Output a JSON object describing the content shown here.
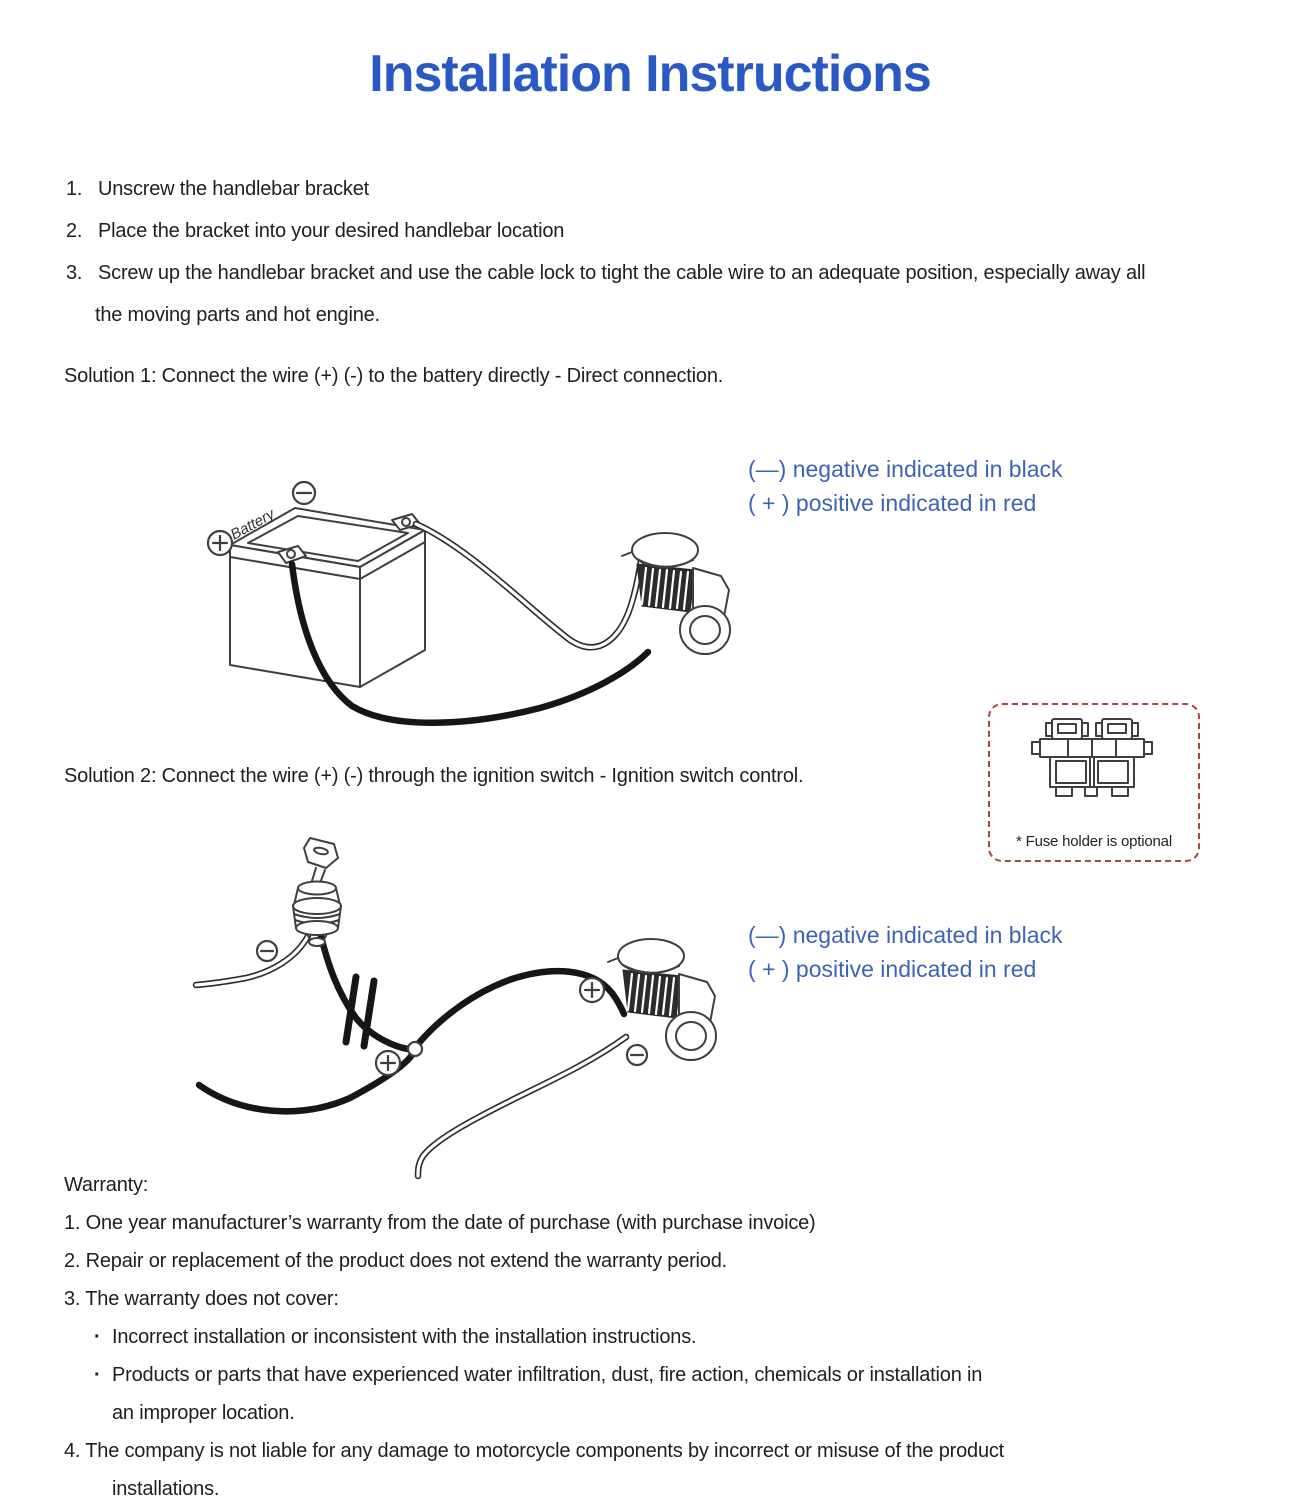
{
  "title": "Installation Instructions",
  "colors": {
    "title": "#2b59c3",
    "annotation": "#3d63b6",
    "fuse_border": "#a8463e",
    "ink": "#1f1f1f"
  },
  "steps": {
    "n1": "1.",
    "t1": "Unscrew the handlebar bracket",
    "n2": "2.",
    "t2": "Place the bracket into your desired handlebar location",
    "n3": "3.",
    "t3a": "Screw up the handlebar bracket and use the cable lock to tight the cable wire to an adequate position, especially away all",
    "t3b": "the moving parts and hot engine."
  },
  "solution1": "Solution 1: Connect the wire (+) (-) to the battery directly - Direct connection.",
  "solution2": "Solution 2: Connect the wire (+) (-) through the ignition switch - Ignition switch control.",
  "annotation": {
    "negative": "(—) negative indicated in black",
    "positive": "( + ) positive indicated in red"
  },
  "diagram1": {
    "battery_label": "Battery"
  },
  "fuse_box": {
    "note": "* Fuse holder is optional"
  },
  "warranty": {
    "heading": "Warranty:",
    "item1": "1. One year manufacturer’s warranty from the date of purchase (with purchase invoice)",
    "item2": "2. Repair or replacement of the product does not extend the warranty period.",
    "item3": "3. The warranty does not cover:",
    "bullet_glyph": "·",
    "bullet1": "Incorrect installation or inconsistent with the installation instructions.",
    "bullet2a": "Products or parts that have experienced water infiltration, dust, fire action, chemicals or installation in",
    "bullet2b": "an improper location.",
    "item4a": "4. The company is not liable for any damage to motorcycle components by incorrect or misuse of the product",
    "item4b": "installations."
  }
}
